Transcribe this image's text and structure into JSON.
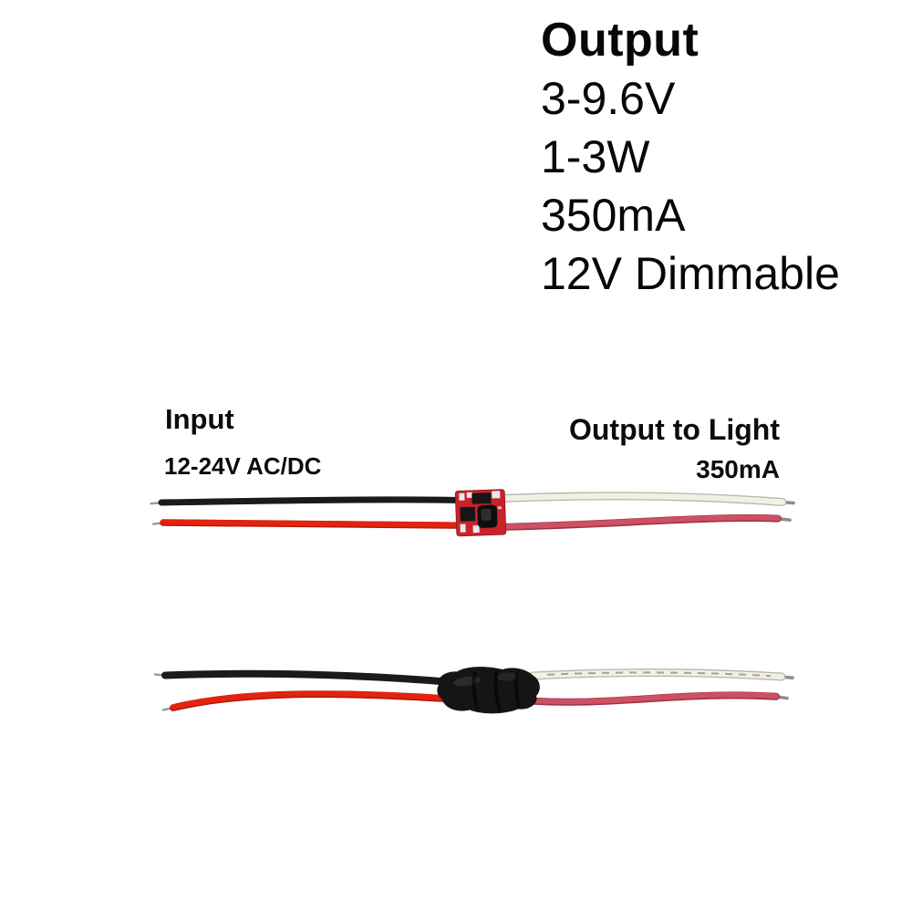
{
  "specs_block": {
    "title": "Output",
    "lines": [
      "3-9.6V",
      "1-3W",
      "350mA",
      "12V Dimmable"
    ]
  },
  "input_label": {
    "title": "Input",
    "spec": "12-24V AC/DC"
  },
  "output_label": {
    "title": "Output to Light",
    "spec": "350mA"
  },
  "colors": {
    "background": "#ffffff",
    "text": "#0c0c0c",
    "wire_black": "#1b1b1b",
    "wire_red": "#e2230f",
    "wire_red_dark": "#b01505",
    "wire_white": "#f2efe5",
    "wire_white_edge": "#b8b4a6",
    "wire_pink": "#cd5065",
    "wire_pink_edge": "#a03246",
    "tinned_tip": "#8f8f8f",
    "bare_strand": "#989898",
    "pcb_red": "#c8232b",
    "pcb_pad_white": "#e9e9e9",
    "component_black": "#161616",
    "shrink_wrap_black": "#151515"
  }
}
